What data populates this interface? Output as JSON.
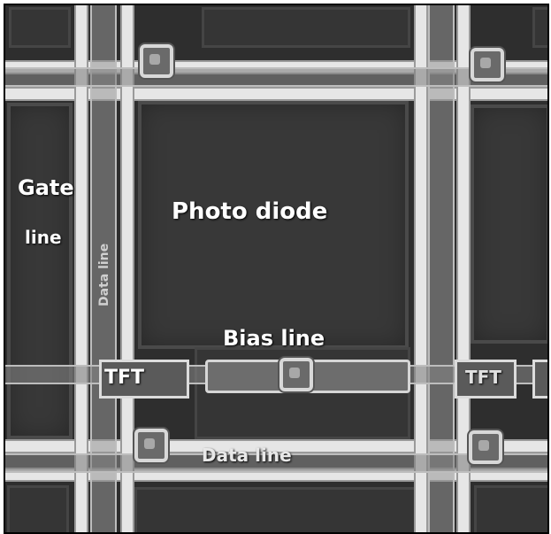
{
  "labels": {
    "photo_diode": "Photo diode",
    "gate_line_1": "Gate",
    "gate_line_2": "line",
    "data_line_vertical": "Data line",
    "bias_line": "Bias line",
    "tft_left": "TFT",
    "tft_right": "TFT",
    "data_line_bottom": "Data line"
  },
  "colors": {
    "background": "#2e2e2e",
    "trace": "#e6e6e6",
    "label": "#ffffff"
  }
}
